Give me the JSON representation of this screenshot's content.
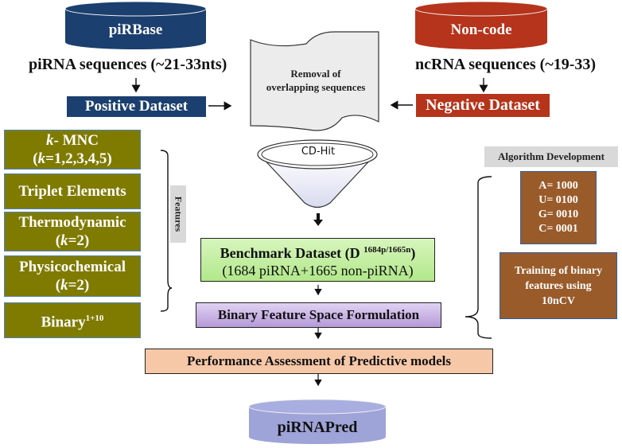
{
  "sources": {
    "positive": {
      "db_label": "piRBase",
      "sequences_label": "piRNA sequences (~21-33nts)",
      "dataset_label": "Positive Dataset"
    },
    "negative": {
      "db_label": "Non-code",
      "sequences_label": "ncRNA sequences (~19-33)",
      "dataset_label": "Negative Dataset"
    }
  },
  "removal": {
    "line1": "Removal of",
    "line2": "overlapping sequences"
  },
  "filter": {
    "label": "CD-Hit"
  },
  "benchmark": {
    "title": "Benchmark Dataset (D",
    "superscript": "1684p/1665n",
    "close": ")",
    "subtitle": "(1684 piRNA+1665 non-piRNA)"
  },
  "features": {
    "group_label": "Features",
    "items": [
      {
        "line1_italic": "k",
        "line1_rest": "- MNC",
        "line2_pre": "(",
        "line2_italic": "k",
        "line2_rest": "=1,2,3,4,5)"
      },
      {
        "label": "Triplet Elements"
      },
      {
        "line1": "Thermodynamic",
        "line2_pre": "(",
        "line2_italic": "k",
        "line2_rest": "=2)"
      },
      {
        "line1": "Physicochemical",
        "line2_pre": "(",
        "line2_italic": "k",
        "line2_rest": "=2)"
      },
      {
        "label": "Binary",
        "superscript": "1+10"
      }
    ]
  },
  "algorithm": {
    "group_label": "Algorithm Development",
    "encoding": [
      "A= 1000",
      "U= 0100",
      "G= 0010",
      "C= 0001"
    ],
    "training": [
      "Training of binary",
      "features using",
      "10nCV"
    ]
  },
  "binary_feature_space": {
    "label": "Binary Feature Space Formulation"
  },
  "performance": {
    "label": "Performance Assessment of Predictive models"
  },
  "output": {
    "db_label": "piRNAPred"
  },
  "colors": {
    "pirbase": "#1b3f6e",
    "noncode": "#b5341b",
    "olive": "#7f7b00",
    "brown": "#9a5b2a",
    "benchmark_green": "#c6f0a4",
    "purple": "#cdb4e8",
    "peach": "#f7c8a8",
    "output_blue": "#9ea3d8",
    "document_gray": "#ececec",
    "label_gray": "#d9d9d9"
  }
}
